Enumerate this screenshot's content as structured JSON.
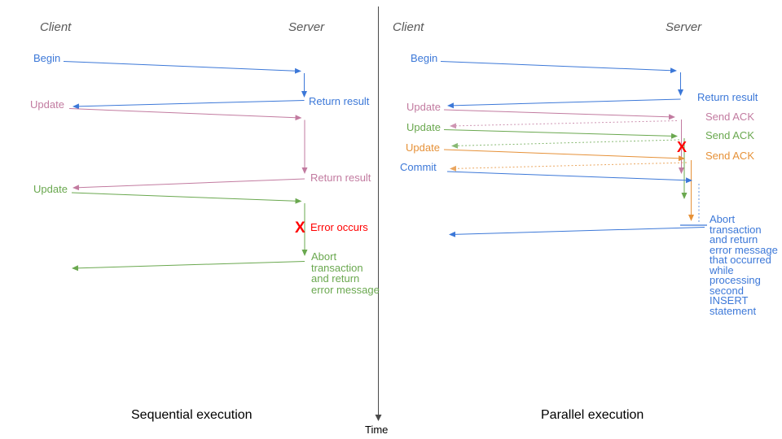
{
  "left_panel": {
    "client_header": "Client",
    "server_header": "Server",
    "caption": "Sequential execution",
    "begin_label": "Begin",
    "return_result_1": "Return result",
    "update_1": "Update",
    "return_result_2": "Return result",
    "update_2": "Update",
    "error_mark": "X",
    "error_label": "Error occurs",
    "abort_note": "Abort\ntransaction\nand return\nerror message"
  },
  "right_panel": {
    "client_header": "Client",
    "server_header": "Server",
    "caption": "Parallel execution",
    "begin_label": "Begin",
    "return_result": "Return result",
    "update_1": "Update",
    "send_ack_1": "Send ACK",
    "update_2": "Update",
    "send_ack_2": "Send ACK",
    "update_3": "Update",
    "send_ack_3": "Send ACK",
    "commit_label": "Commit",
    "error_mark": "X",
    "abort_note": "Abort\ntransaction\nand return\nerror message\nthat occurred\nwhile\nprocessing\nsecond\nINSERT\nstatement"
  },
  "time_axis": {
    "label": "Time"
  },
  "colors": {
    "blue": "#3c78d8",
    "pink": "#c27ba0",
    "green": "#6aa84f",
    "orange": "#e69138",
    "red": "#ff0000",
    "header_gray": "#595959",
    "axis": "#4a4a4a",
    "caption": "#000000"
  }
}
